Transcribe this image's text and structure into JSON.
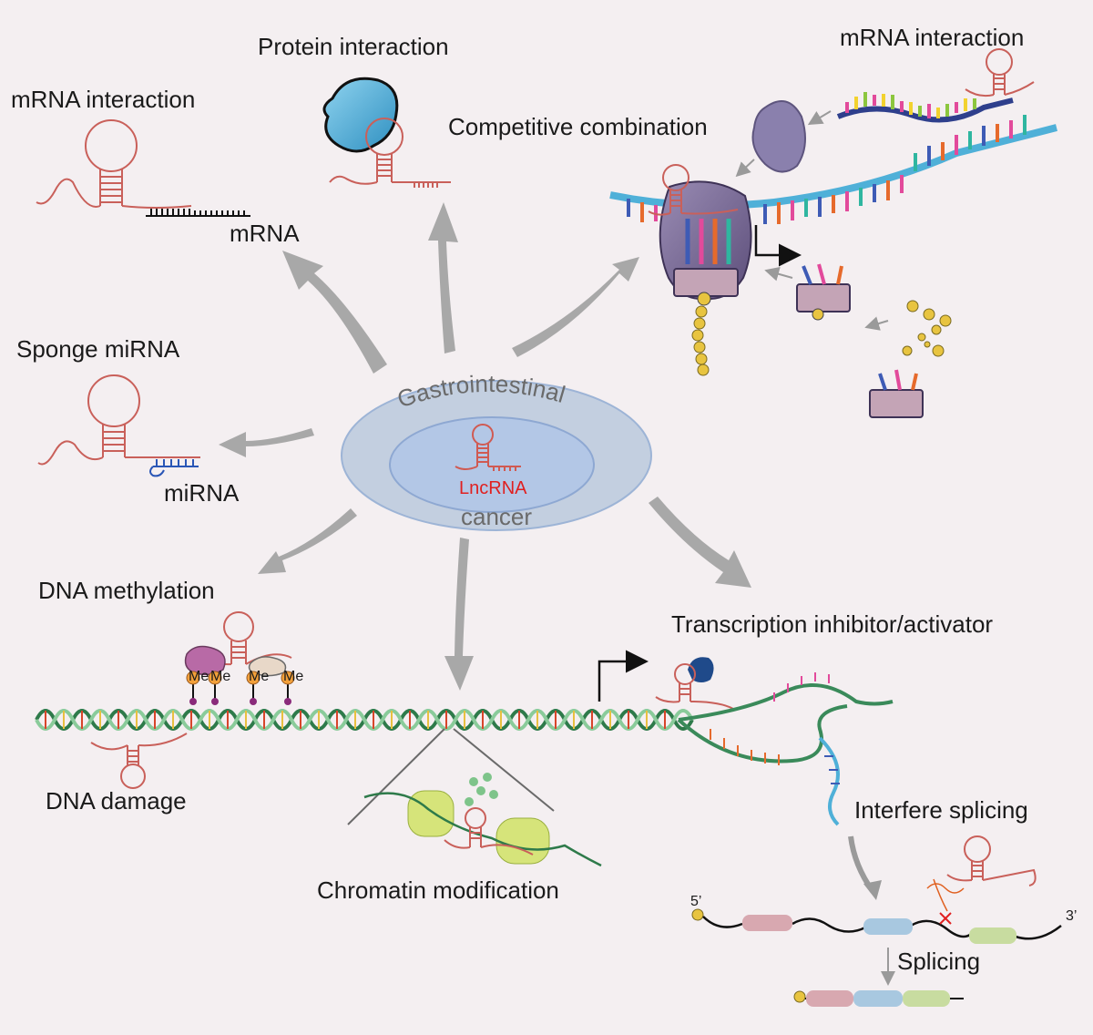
{
  "center": {
    "outer_top": "Gastrointestinal",
    "outer_bottom": "cancer",
    "inner": "LncRNA"
  },
  "labels": {
    "mrna_interaction_left": "mRNA interaction",
    "mrna_left": "mRNA",
    "protein_interaction": "Protein interaction",
    "mrna_interaction_right": "mRNA interaction",
    "competitive_combination": "Competitive combination",
    "sponge_mirna": "Sponge miRNA",
    "mirna": "miRNA",
    "dna_methylation": "DNA methylation",
    "dna_damage": "DNA damage",
    "chromatin_modification": "Chromatin modification",
    "transcription": "Transcription inhibitor/activator",
    "interfere_splicing": "Interfere splicing",
    "splicing": "Splicing",
    "five_prime": "5’",
    "three_prime": "3’",
    "methyl_tag": "Me"
  },
  "colors": {
    "background": "#f4eff1",
    "lncrna": "#c9605a",
    "lncrna_text": "#e02020",
    "ellipse_outer": "#c3cfe0",
    "ellipse_inner": "#b3c7e6",
    "arrow": "#a5a5a5",
    "protein": "#56b6dc",
    "ribosome": "#7e6e9a",
    "dna_green": "#3a8a5a",
    "nucleosome": "#d6e47a"
  }
}
